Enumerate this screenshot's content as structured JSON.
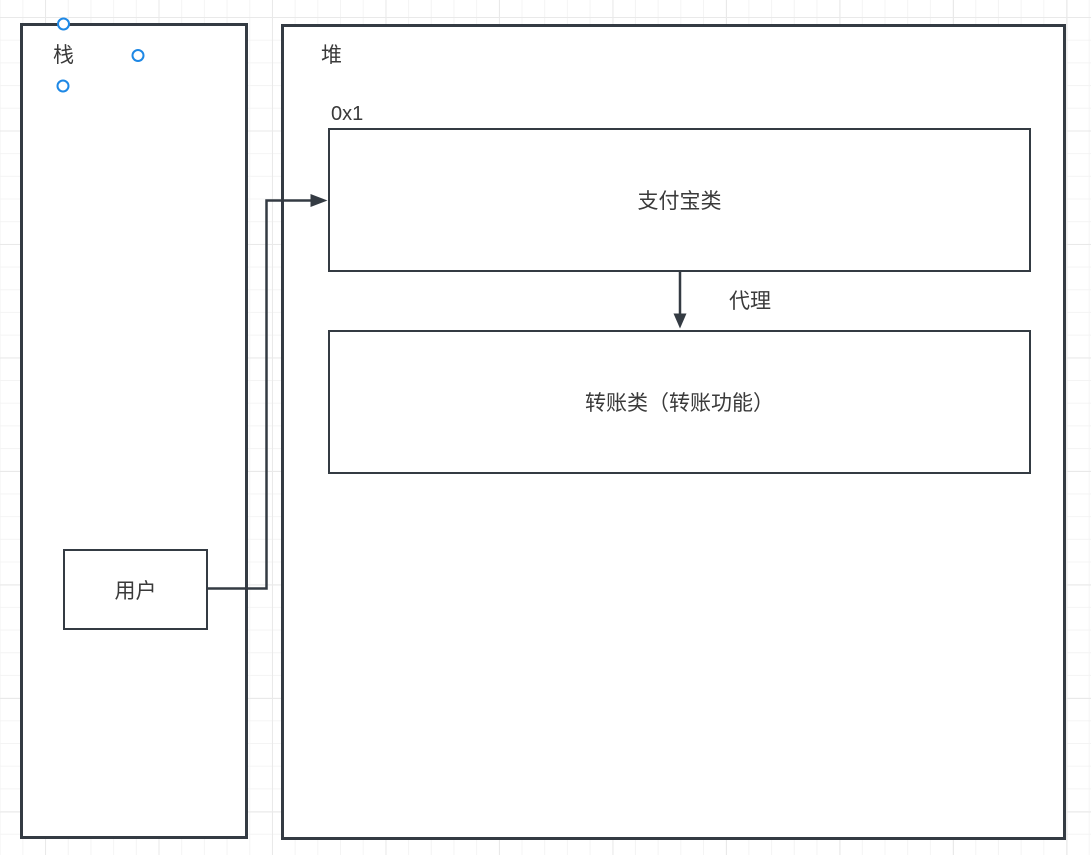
{
  "colors": {
    "stroke": "#343b43",
    "text": "#3a3a3a",
    "connection_point": "#1e88e5",
    "grid_minor": "#f4f4f4",
    "grid_major": "#e9e9e9",
    "canvas_bg": "#ffffff"
  },
  "stack": {
    "label": "栈"
  },
  "heap": {
    "label": "堆"
  },
  "nodes": {
    "alipay": {
      "address": "0x1",
      "label": "支付宝类"
    },
    "transfer": {
      "label": "转账类（转账功能）"
    },
    "user": {
      "label": "用户"
    }
  },
  "edges": {
    "proxy": {
      "label": "代理"
    }
  }
}
